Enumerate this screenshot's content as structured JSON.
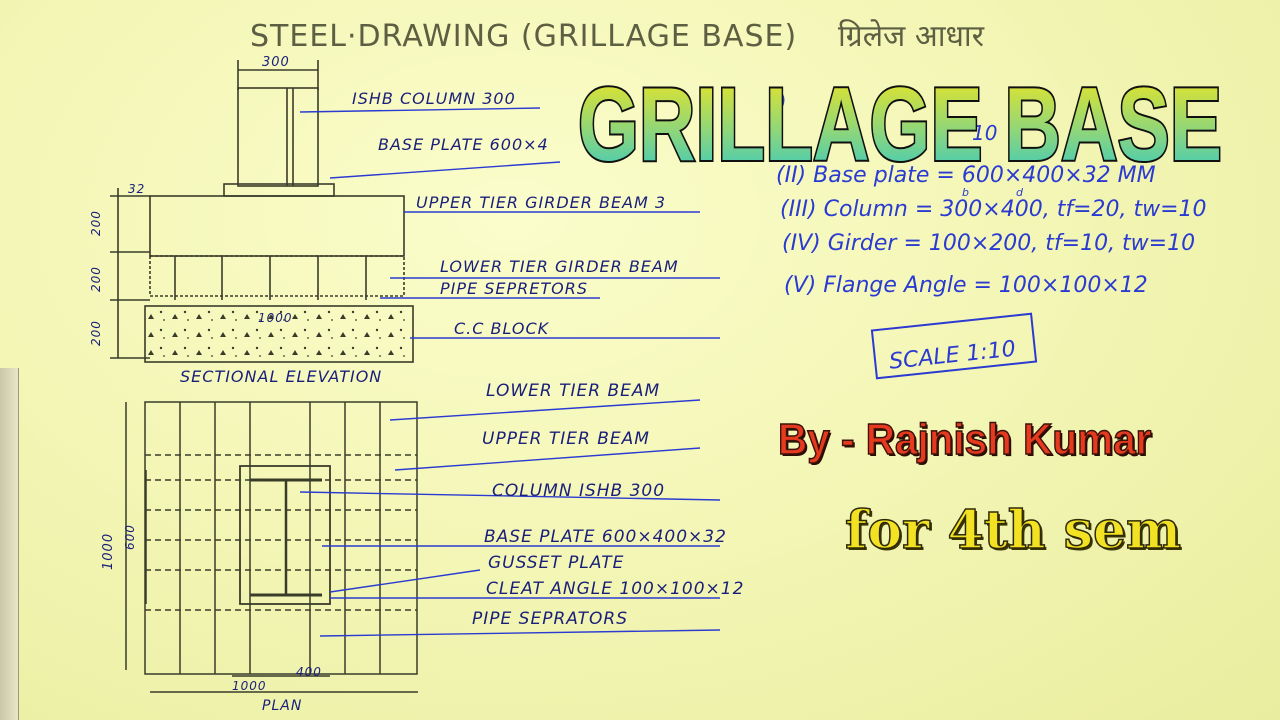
{
  "header": {
    "title_en": "STEEL·DRAWING (GRILLAGE BASE)",
    "title_hi": "ग्रिलेज आधार"
  },
  "banner": {
    "title": "GRILLAGE BASE"
  },
  "byline": "By - Rajnish Kumar",
  "subtitle": "for 4th sem",
  "elevation": {
    "caption": "SECTIONAL ELEVATION",
    "dims": {
      "width_top": "300",
      "plate_thk": "32",
      "tier1": "200",
      "tier2": "200",
      "tier3": "200",
      "block": "1000"
    },
    "labels": [
      "ISHB COLUMN 300",
      "BASE PLATE 600×4",
      "UPPER TIER GIRDER BEAM 3",
      "LOWER TIER GIRDER BEAM",
      "PIPE SEPRETORS",
      "C.C BLOCK"
    ]
  },
  "plan": {
    "caption": "PLAN",
    "dims": {
      "height_outer": "1000",
      "height_inner": "600",
      "width_outer": "1000",
      "width_inner": "400"
    },
    "labels": [
      "LOWER TIER BEAM",
      "UPPER TIER BEAM",
      "COLUMN ISHB 300",
      "BASE PLATE 600×400×32",
      "GUSSET PLATE",
      "CLEAT ANGLE 100×100×12",
      "PIPE SEPRATORS"
    ]
  },
  "specs": {
    "heading_partial": "i)",
    "row0_partial": "10",
    "rows": [
      "(II) Base plate = 600×400×32 MM",
      "(III) Column = 300×400, tf=20, tw=10",
      "(IV) Girder = 100×200, tf=10, tw=10",
      "(V) Flange Angle = 100×100×12"
    ],
    "row_marks": {
      "b": "b",
      "d": "d"
    }
  },
  "scale": "SCALE 1:10",
  "colors": {
    "paper": "#f3f6b6",
    "banner_gradient": [
      "#f4e61c",
      "#2fc8c8"
    ],
    "byline": "#e53a1f",
    "subtitle": "#f2e223",
    "ink_blue": "#2b3bd1",
    "ink_dark": "#1a1f7a"
  }
}
